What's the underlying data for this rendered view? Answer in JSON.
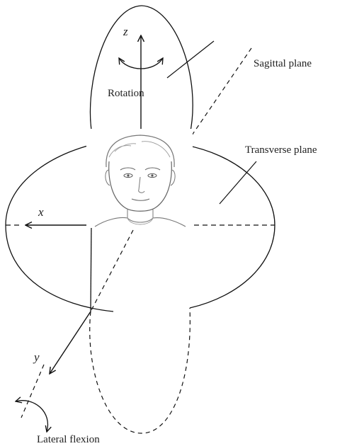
{
  "labels": {
    "sagittal_plane": "Sagittal plane",
    "transverse_plane": "Transverse plane",
    "rotation": "Rotation",
    "lateral_flexion": "Lateral flexion"
  },
  "axes": {
    "x": "x",
    "y": "y",
    "z": "z"
  }
}
